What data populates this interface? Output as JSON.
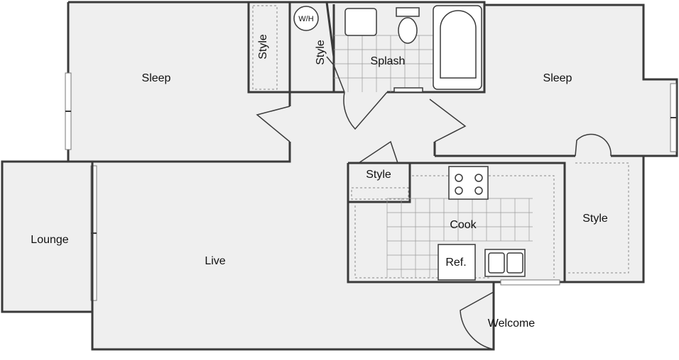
{
  "rooms": {
    "sleep_left": "Sleep",
    "sleep_right": "Sleep",
    "splash": "Splash",
    "style_closet_1": "Style",
    "style_closet_2": "Style",
    "style_kitchen": "Style",
    "style_right": "Style",
    "cook": "Cook",
    "refrigerator": "Ref.",
    "lounge": "Lounge",
    "live": "Live",
    "welcome": "Welcome"
  },
  "fixtures": {
    "water_heater": "W/H"
  }
}
